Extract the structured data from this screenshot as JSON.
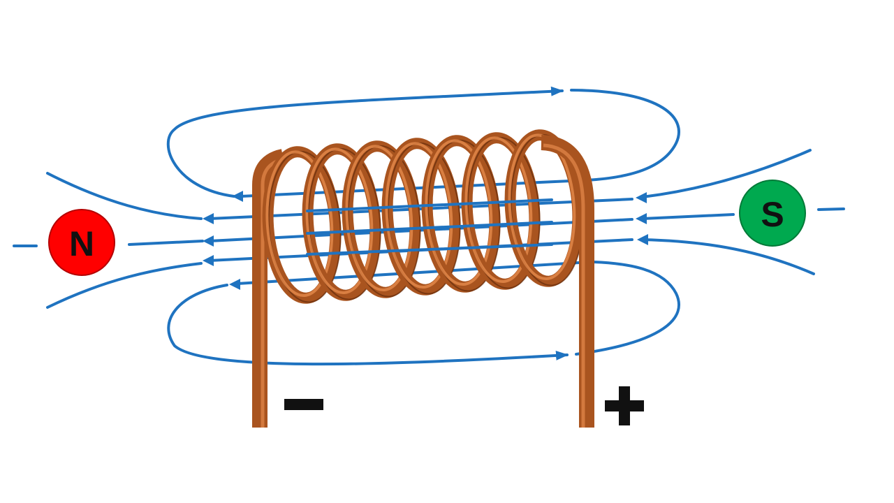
{
  "diagram": {
    "north_pole": {
      "label": "N",
      "color": "#ff0000"
    },
    "south_pole": {
      "label": "S",
      "color": "#00a94f"
    },
    "negative_terminal": {
      "label": "−"
    },
    "positive_terminal": {
      "label": "+"
    },
    "field_line_color": "#1f73c0",
    "coil_color": "#a9541f",
    "coil_highlight": "#e5894b",
    "coil_turns": 7
  }
}
